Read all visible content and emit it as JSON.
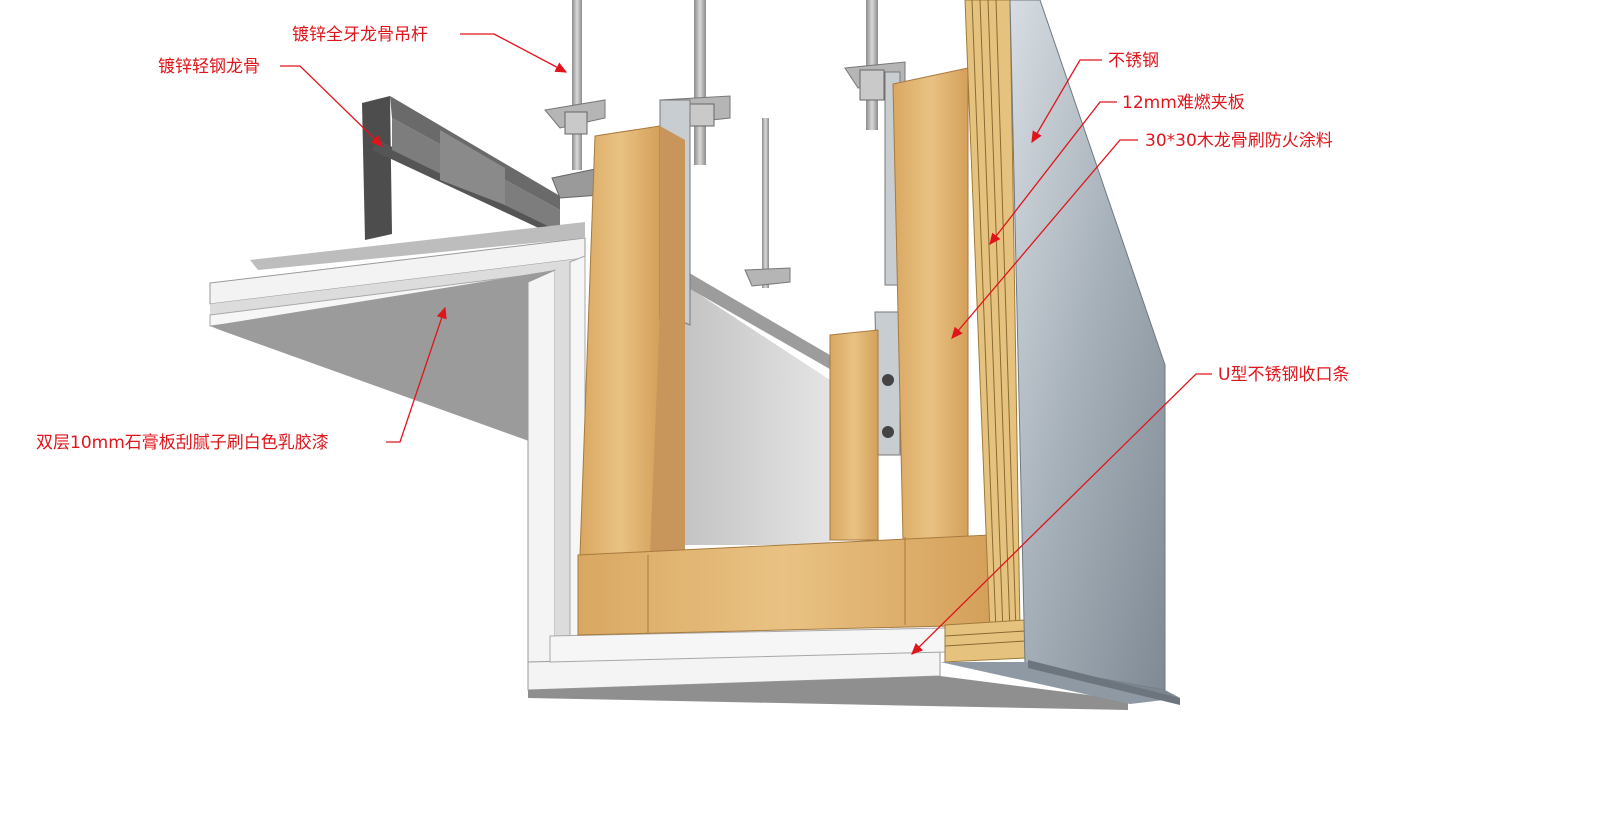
{
  "labels": {
    "hanger_rod": "镀锌全牙龙骨吊杆",
    "light_steel_keel": "镀锌轻钢龙骨",
    "gypsum_board": "双层10mm石膏板刮腻子刷白色乳胶漆",
    "stainless_steel": "不锈钢",
    "fire_plywood": "12mm难燃夹板",
    "wood_keel": "30*30木龙骨刷防火涂料",
    "u_trim": "U型不锈钢收口条"
  },
  "colors": {
    "callout": "#e0141b",
    "wood": "#e2b46e",
    "wood_dark": "#c89550",
    "steel": "#8f99a3",
    "steel_light": "#b9c2ca",
    "gypsum": "#f1f1f1",
    "keel": "#5e5e5e",
    "rod": "#a8a8a8"
  }
}
